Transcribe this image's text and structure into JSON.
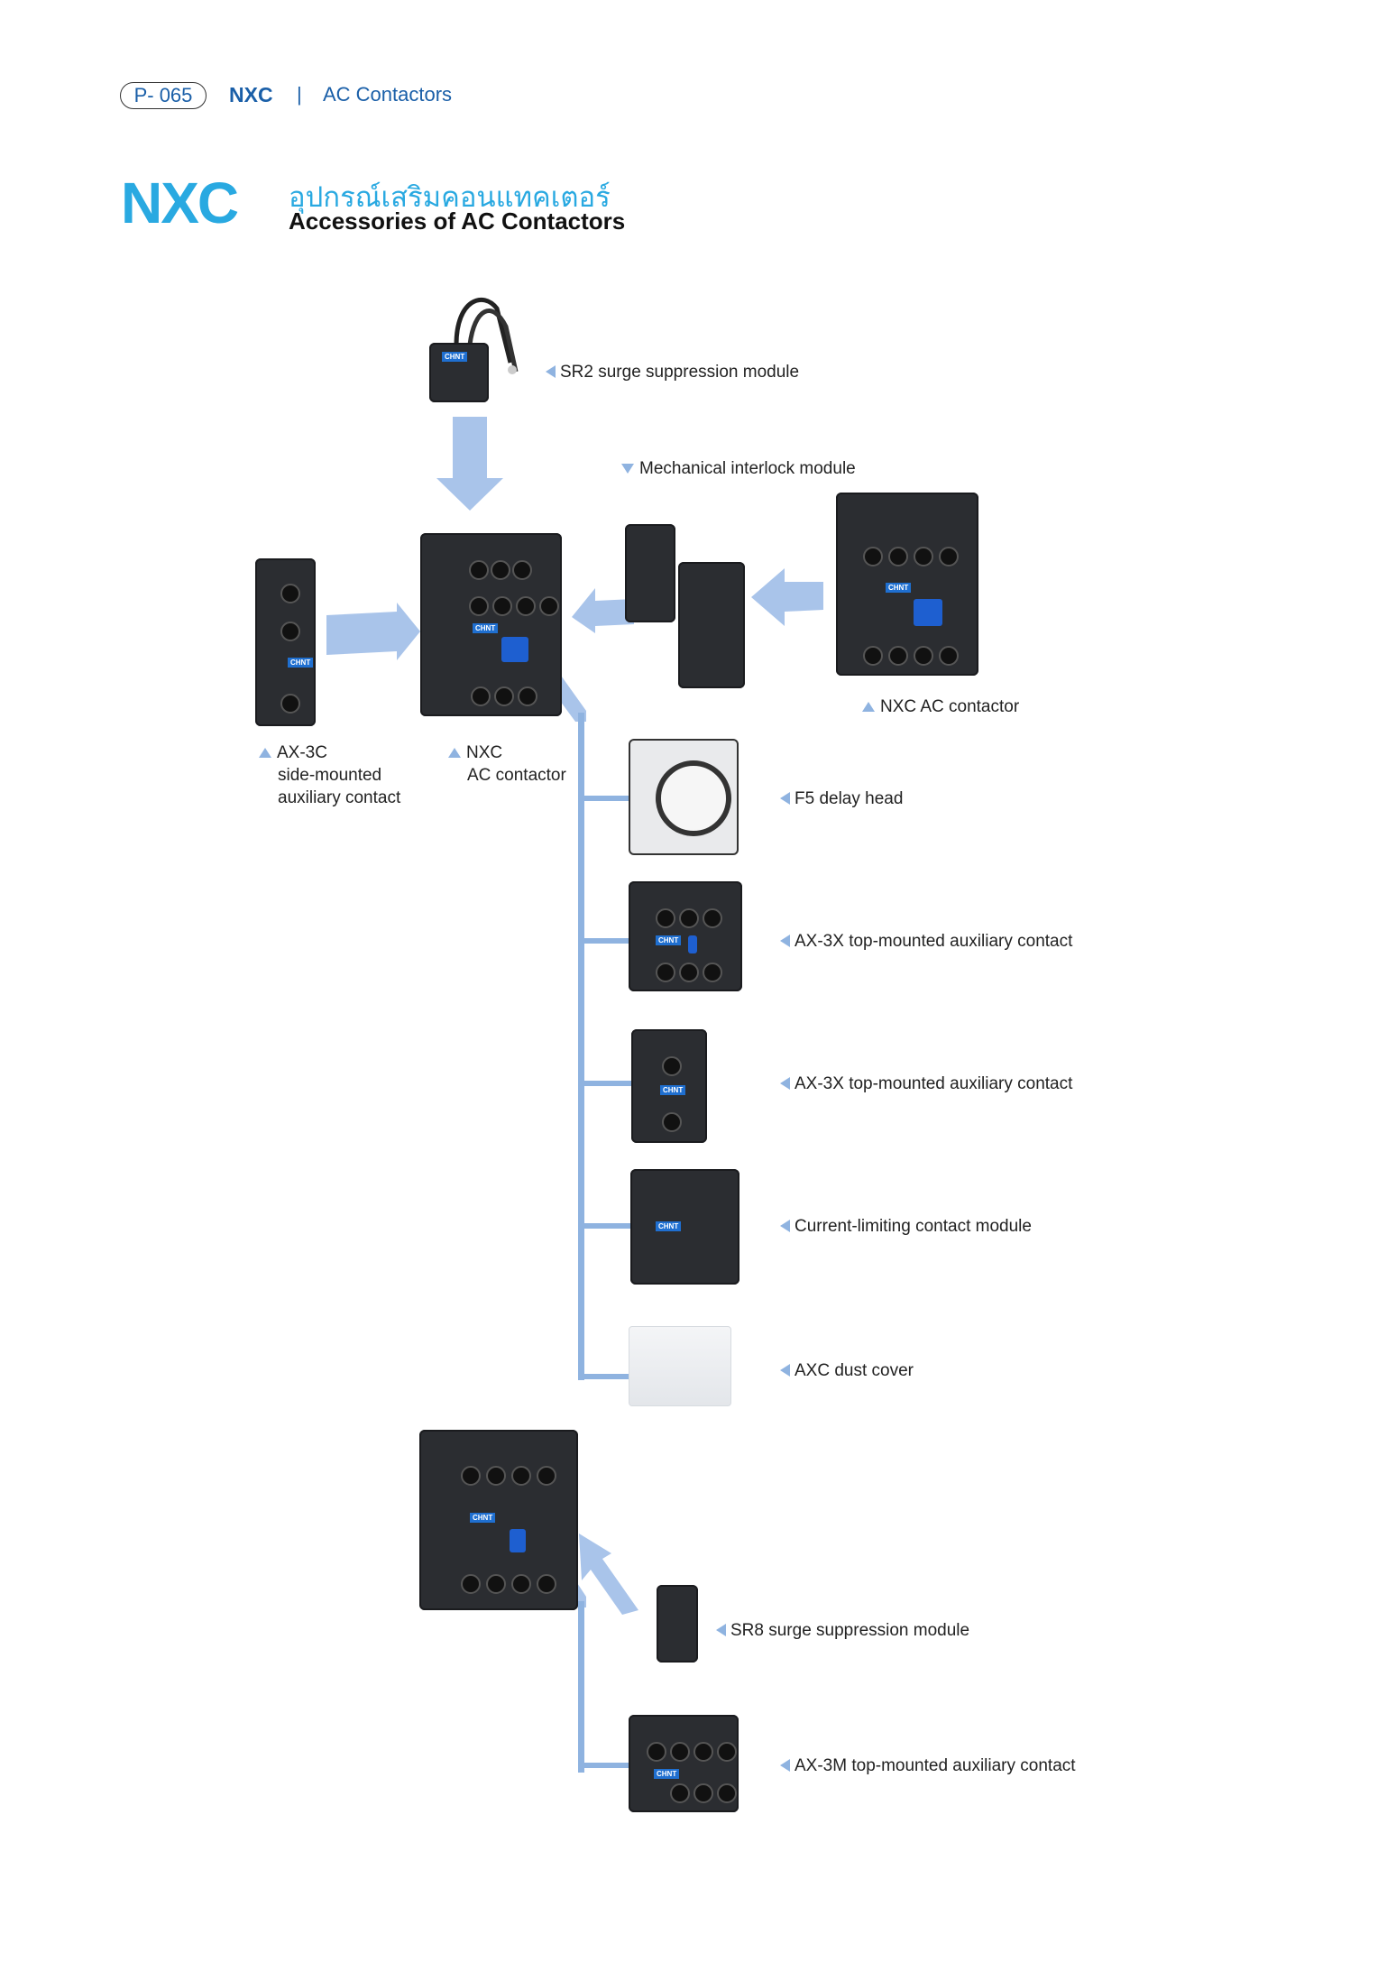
{
  "header": {
    "page_number": "P- 065",
    "series": "NXC",
    "separator": "|",
    "section": "AC Contactors"
  },
  "title": {
    "logo": "NXC",
    "thai": "อุปกรณ์เสริมคอนแทคเตอร์",
    "english": "Accessories of AC Contactors"
  },
  "labels": {
    "sr2": "SR2 surge suppression module",
    "interlock": "Mechanical interlock module",
    "nxc_right": "NXC AC contactor",
    "ax3c_1": "AX-3C",
    "ax3c_2": "side-mounted",
    "ax3c_3": "auxiliary contact",
    "nxc_main_1": "NXC",
    "nxc_main_2": "AC contactor",
    "f5": "F5 delay head",
    "ax3x_a": "AX-3X top-mounted auxiliary contact",
    "ax3x_b": "AX-3X top-mounted auxiliary contact",
    "current_limiting": "Current-limiting contact module",
    "axc": "AXC dust cover",
    "sr8": "SR8 surge suppression module",
    "ax3m": "AX-3M top-mounted auxiliary contact"
  },
  "colors": {
    "accent": "#29a9e1",
    "brand_blue": "#1a5fa8",
    "arrow": "#8fb3e0"
  }
}
